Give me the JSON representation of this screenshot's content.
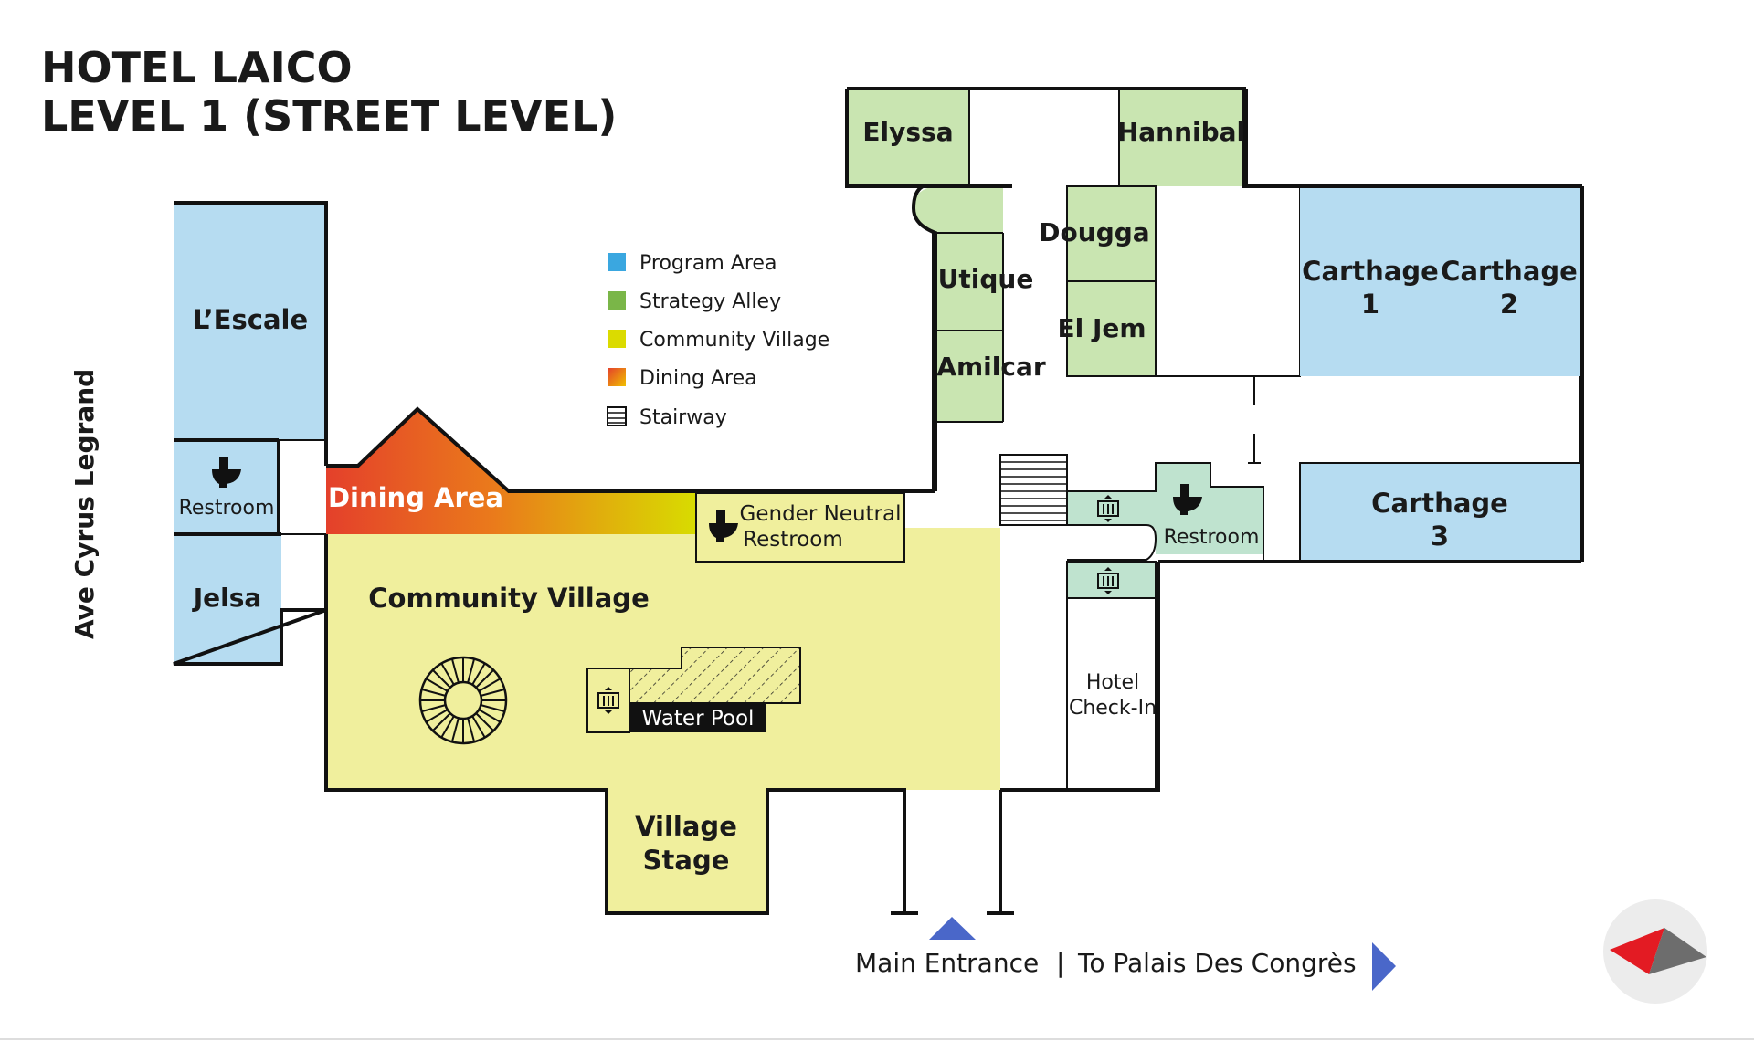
{
  "title": {
    "line1": "HOTEL LAICO",
    "line2": "LEVEL 1 (STREET LEVEL)"
  },
  "street_label": "Ave Cyrus Legrand",
  "legend": {
    "items": [
      {
        "label": "Program Area",
        "color": "#3aa7e0"
      },
      {
        "label": "Strategy Alley",
        "color": "#7ab648"
      },
      {
        "label": "Community Village",
        "color": "#dbdb00"
      },
      {
        "label": "Dining Area",
        "color": "#e8432e"
      },
      {
        "label": "Stairway",
        "icon": "stairway-icon"
      }
    ]
  },
  "colors": {
    "program": "#b6dcf1",
    "strategy": "#c9e5b1",
    "village": "#f0ef9d",
    "restroom_green": "#bfe3cf",
    "dining_start": "#e4402b",
    "dining_end": "#d8dc00",
    "arrow": "#4a67c9",
    "logo_red": "#e31b23",
    "logo_gray": "#6d6d6d"
  },
  "rooms": {
    "lescale": "L’Escale",
    "restroom_left": "Restroom",
    "jelsa": "Jelsa",
    "dining": "Dining Area",
    "gender_neutral_1": "Gender Neutral",
    "gender_neutral_2": "Restroom",
    "community_village": "Community Village",
    "water_pool": "Water Pool",
    "village_stage_1": "Village",
    "village_stage_2": "Stage",
    "elyssa": "Elyssa",
    "hannibal": "Hannibal",
    "dougga": "Dougga",
    "utique": "Utique",
    "el_jem": "El Jem",
    "amilcar": "Amilcar",
    "carthage1_a": "Carthage",
    "carthage1_b": "1",
    "carthage2_a": "Carthage",
    "carthage2_b": "2",
    "carthage3_a": "Carthage",
    "carthage3_b": "3",
    "restroom_right": "Restroom",
    "checkin_1": "Hotel",
    "checkin_2": "Check-In"
  },
  "footer": {
    "main_entrance": "Main Entrance",
    "separator": "|",
    "to_palais": "To Palais Des Congrès"
  },
  "icons": [
    "restroom-icon",
    "elevator-icon",
    "stairway-icon",
    "spiral-staircase-icon",
    "arrow-up-icon",
    "arrow-right-icon",
    "logo-icon"
  ]
}
